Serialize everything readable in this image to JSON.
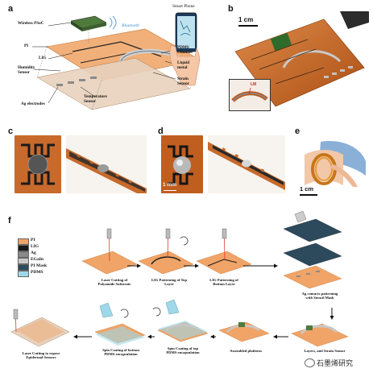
{
  "panels": [
    "a",
    "b",
    "c",
    "d",
    "e",
    "f"
  ],
  "panel_a": {
    "phone_label": "Smart Phone",
    "bluetooth_label": "Bluetooth",
    "labels": {
      "psoc": "Wireless PSoC",
      "pi": "PI",
      "lig": "LIG",
      "humidity": "Humidity\nSensor",
      "pdms": "PDMS\nChannel",
      "liquid_metal": "Liquid\nmetal",
      "strain": "Strain\nSensor",
      "temperature": "Temperature\nSensor",
      "ag": "Ag electrodes"
    }
  },
  "panel_b": {
    "scale": "1 cm",
    "inset_label": "LM"
  },
  "panel_d": {
    "scale": "1 mm"
  },
  "panel_e": {
    "scale": "1 cm"
  },
  "panel_f": {
    "legend": [
      {
        "name": "PI",
        "color": "#f0a467"
      },
      {
        "name": "LIG",
        "color": "#1a1a1a"
      },
      {
        "name": "Ag",
        "color": "#8a8a8a"
      },
      {
        "name": "EGaIn",
        "color": "#c8c8c8"
      },
      {
        "name": "PI Mask",
        "color": "#2d4a5c"
      },
      {
        "name": "PDMS",
        "color": "#9fd8e8"
      }
    ],
    "steps": {
      "s1": "Laser Cutting of\nPolyamide Substrate",
      "s2": "LIG Patterning of Top\nLayer",
      "s3": "LIG Patterning of\nBottom Layer",
      "s4": "Ag contacts patterning\nwith Stencil Mask",
      "s5": "Layers, and Strain Sensor",
      "s6": "Assembled platform",
      "s7": "Spin Coating of top\nPDMS encapsulation",
      "s8": "Spin Coating of bottom\nPDMS encapsulation",
      "s9": "Laser Cutting to expose\nEpidermal Sensors"
    }
  },
  "watermark": "石墨烯研究"
}
